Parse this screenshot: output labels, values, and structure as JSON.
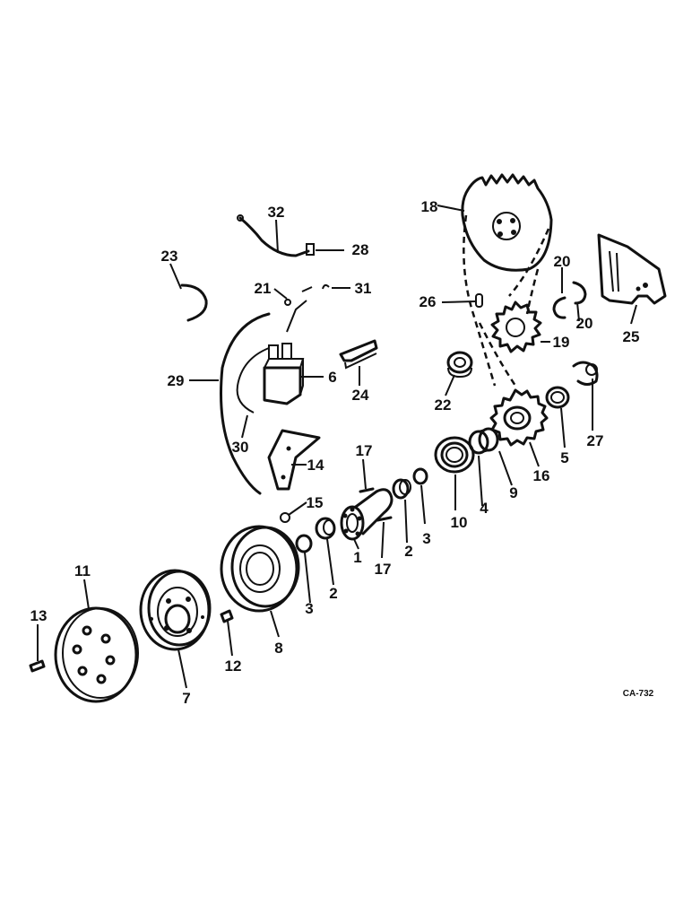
{
  "figure": {
    "code": "CA-732",
    "callouts": {
      "c1": "1",
      "c2a": "2",
      "c2b": "2",
      "c3a": "3",
      "c3b": "3",
      "c4": "4",
      "c5": "5",
      "c6": "6",
      "c7": "7",
      "c8": "8",
      "c9": "9",
      "c10": "10",
      "c11": "11",
      "c12": "12",
      "c13": "13",
      "c14": "14",
      "c15": "15",
      "c16": "16",
      "c17a": "17",
      "c17b": "17",
      "c18": "18",
      "c19": "19",
      "c20a": "20",
      "c20b": "20",
      "c21": "21",
      "c22": "22",
      "c23": "23",
      "c24": "24",
      "c25": "25",
      "c26": "26",
      "c27": "27",
      "c28": "28",
      "c29": "29",
      "c30": "30",
      "c31": "31",
      "c32": "32"
    }
  }
}
